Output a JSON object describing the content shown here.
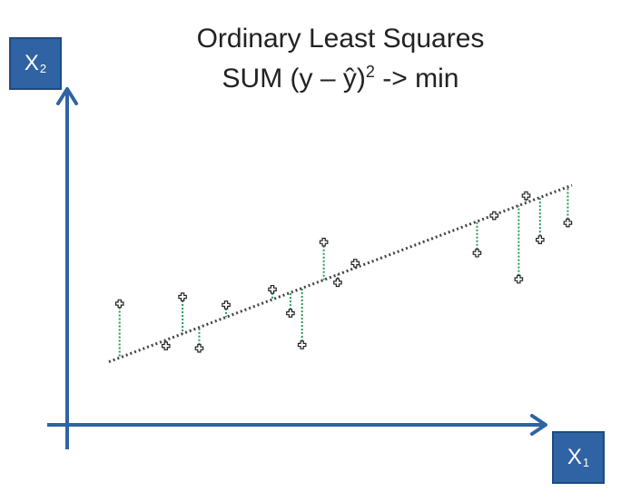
{
  "title": "Ordinary Least Squares",
  "subtitle_parts": {
    "pre": "SUM (y – ŷ)",
    "sup": "2",
    "post": " -> min"
  },
  "axis_labels": {
    "x": {
      "main": "X",
      "sub": "1"
    },
    "y": {
      "main": "X",
      "sub": "2"
    }
  },
  "colors": {
    "axis": "#2f63a3",
    "residual": "#2a9a55",
    "fit_line": "#444444",
    "point": "#222222"
  },
  "chart_data": {
    "type": "scatter",
    "regression_line": {
      "x": [
        0,
        100
      ],
      "y": [
        4,
        72
      ]
    },
    "points": [
      {
        "x": 2.3,
        "y": 26.4
      },
      {
        "x": 12.3,
        "y": 10.1
      },
      {
        "x": 15.9,
        "y": 29.0
      },
      {
        "x": 19.5,
        "y": 9.2
      },
      {
        "x": 25.3,
        "y": 25.9
      },
      {
        "x": 35.3,
        "y": 31.9
      },
      {
        "x": 39.2,
        "y": 22.7
      },
      {
        "x": 41.7,
        "y": 10.5
      },
      {
        "x": 46.4,
        "y": 50.1
      },
      {
        "x": 49.4,
        "y": 34.5
      },
      {
        "x": 53.2,
        "y": 42.0
      },
      {
        "x": 79.5,
        "y": 45.9
      },
      {
        "x": 83.2,
        "y": 60.3
      },
      {
        "x": 88.5,
        "y": 35.8
      },
      {
        "x": 90.1,
        "y": 68.0
      },
      {
        "x": 93.1,
        "y": 51.0
      },
      {
        "x": 99.1,
        "y": 57.5
      }
    ]
  }
}
